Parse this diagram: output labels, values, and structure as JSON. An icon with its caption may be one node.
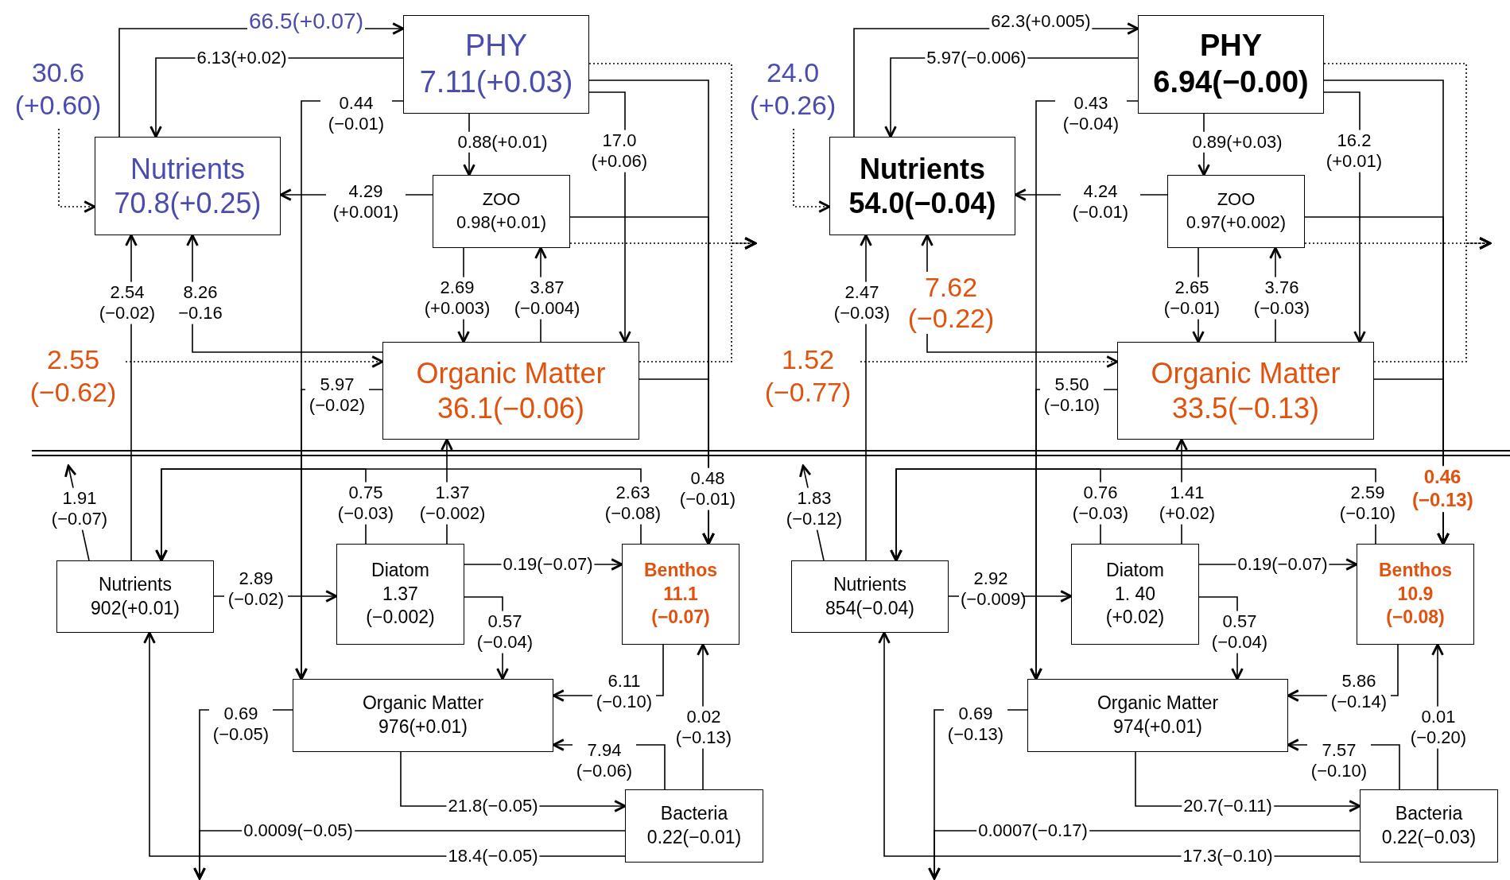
{
  "diagram": {
    "nodes": [
      {
        "text": [
          "30.6 (+0.60)"
        ]
      },
      {
        "text": [
          "PHY",
          "7.11(+0.03)"
        ]
      },
      {
        "text": [
          "Nutrients",
          "70.8(+0.25)"
        ]
      },
      {
        "text": [
          "ZOO",
          "0.98(+0.01)"
        ]
      },
      {
        "text": [
          "2.55 (−0.62)"
        ]
      },
      {
        "text": [
          "Organic Matter",
          "36.1(−0.06)"
        ]
      },
      {
        "text": [
          "Nutrients",
          "902(+0.01)"
        ]
      },
      {
        "text": [
          "Diatom",
          "1.37 (−0.002)"
        ]
      },
      {
        "text": [
          "Benthos",
          "11.1 (−0.07)"
        ]
      },
      {
        "text": [
          "Organic Matter",
          "976(+0.01)"
        ]
      },
      {
        "text": [
          "Bacteria",
          "0.22(−0.01)"
        ]
      },
      {
        "text": [
          "24.0 (+0.26)"
        ]
      },
      {
        "text": [
          "PHY",
          "6.94(−0.00)"
        ]
      },
      {
        "text": [
          "Nutrients",
          "54.0(−0.04)"
        ]
      },
      {
        "text": [
          "ZOO",
          "0.97(+0.002)"
        ]
      },
      {
        "text": [
          "1.52 (−0.77)"
        ]
      },
      {
        "text": [
          "Organic Matter",
          "33.5(−0.13)"
        ]
      },
      {
        "text": [
          "Nutrients",
          "854(−0.04)"
        ]
      },
      {
        "text": [
          "Diatom",
          "1. 40 (+0.02)"
        ]
      },
      {
        "text": [
          "Benthos",
          "10.9 (−0.08)"
        ]
      },
      {
        "text": [
          "Organic Matter",
          "974(+0.01)"
        ]
      },
      {
        "text": [
          "Bacteria",
          "0.22(−0.03)"
        ]
      }
    ],
    "edges": [
      {
        "from": 2,
        "to": 1,
        "arrow": "to",
        "label": "66.5(+0.07)"
      },
      {
        "from": 1,
        "to": 2,
        "arrow": "to",
        "label": "6.13(+0.02)"
      },
      {
        "from": 0,
        "to": 2,
        "arrow": "to",
        "style": "dashed"
      },
      {
        "from": 1,
        "to": 3,
        "arrow": "to",
        "label": "0.88(+0.01)"
      },
      {
        "from": 3,
        "to": 2,
        "arrow": "to",
        "label": "4.29 (+0.001)"
      },
      {
        "from": 1,
        "to": 5,
        "arrow": "to",
        "label": "17.0 (+0.06)"
      },
      {
        "from": 3,
        "to": 5,
        "arrow": "to",
        "label": "2.69 (+0.003)"
      },
      {
        "from": 5,
        "to": 3,
        "arrow": "to",
        "label": "3.87 (−0.004)"
      },
      {
        "from": 5,
        "to": 2,
        "arrow": "to",
        "label": "8.26 −0.16"
      },
      {
        "from": 6,
        "to": 2,
        "arrow": "to",
        "label": "2.54 (−0.02)"
      },
      {
        "from": 4,
        "to": 5,
        "arrow": "to",
        "style": "dashed"
      },
      {
        "from": 1,
        "to": 9,
        "arrow": "to",
        "label": "0.44 (−0.01)"
      },
      {
        "from": 5,
        "to": 9,
        "arrow": "to",
        "label": "5.97 (−0.02)"
      },
      {
        "from": 1,
        "to": 8,
        "arrow": "to",
        "label": "0.48 (−0.01)"
      },
      {
        "from": 3,
        "to": 8,
        "arrow": "to"
      },
      {
        "from": 5,
        "to": 8,
        "arrow": "to"
      },
      {
        "from": 1,
        "to": null,
        "arrow": "to",
        "style": "dashed"
      },
      {
        "from": 3,
        "to": null,
        "arrow": "to",
        "style": "dashed"
      },
      {
        "from": 5,
        "to": null,
        "arrow": "to",
        "style": "dashed"
      },
      {
        "from": 7,
        "to": 6,
        "arrow": "to",
        "label": "0.75 (−0.03)"
      },
      {
        "from": 8,
        "to": 6,
        "arrow": "to",
        "label": "2.63 (−0.08)"
      },
      {
        "from": 7,
        "to": 5,
        "arrow": "to",
        "label": "1.37 (−0.002)"
      },
      {
        "from": 6,
        "to": null,
        "arrow": "to",
        "label": "1.91 (−0.07)"
      },
      {
        "from": 6,
        "to": 7,
        "arrow": "to",
        "label": "2.89 (−0.02)"
      },
      {
        "from": 7,
        "to": 8,
        "arrow": "to",
        "label": "0.19(−0.07)"
      },
      {
        "from": 7,
        "to": 9,
        "arrow": "to",
        "label": "0.57 (−0.04)"
      },
      {
        "from": 8,
        "to": 9,
        "arrow": "to",
        "label": "6.11 (−0.10)"
      },
      {
        "from": 10,
        "to": 9,
        "arrow": "to",
        "label": "7.94 (−0.06)"
      },
      {
        "from": 10,
        "to": 8,
        "arrow": "to",
        "label": "0.02 (−0.13)"
      },
      {
        "from": 9,
        "to": 10,
        "arrow": "to",
        "label": "21.8(−0.05)"
      },
      {
        "from": 10,
        "to": 6,
        "arrow": "to",
        "label": "18.4(−0.05)"
      },
      {
        "from": 9,
        "to": null,
        "arrow": "to",
        "label": "0.69 (−0.05)"
      },
      {
        "from": 10,
        "to": null,
        "arrow": "to",
        "label": "0.0009(−0.05)"
      },
      {
        "from": 13,
        "to": 12,
        "arrow": "to",
        "label": "62.3(+0.005)"
      },
      {
        "from": 12,
        "to": 13,
        "arrow": "to",
        "label": "5.97(−0.006)"
      },
      {
        "from": 11,
        "to": 13,
        "arrow": "to",
        "style": "dashed"
      },
      {
        "from": 12,
        "to": 14,
        "arrow": "to",
        "label": "0.89(+0.03)"
      },
      {
        "from": 14,
        "to": 13,
        "arrow": "to",
        "label": "4.24 (−0.01)"
      },
      {
        "from": 12,
        "to": 16,
        "arrow": "to",
        "label": "16.2 (+0.01)"
      },
      {
        "from": 14,
        "to": 16,
        "arrow": "to",
        "label": "2.65 (−0.01)"
      },
      {
        "from": 16,
        "to": 14,
        "arrow": "to",
        "label": "3.76 (−0.03)"
      },
      {
        "from": 16,
        "to": 13,
        "arrow": "to",
        "label": "7.62 (−0.22)"
      },
      {
        "from": 17,
        "to": 13,
        "arrow": "to",
        "label": "2.47 (−0.03)"
      },
      {
        "from": 15,
        "to": 16,
        "arrow": "to",
        "style": "dashed"
      },
      {
        "from": 12,
        "to": 20,
        "arrow": "to",
        "label": "0.43 (−0.04)"
      },
      {
        "from": 16,
        "to": 20,
        "arrow": "to",
        "label": "5.50 (−0.10)"
      },
      {
        "from": 12,
        "to": 19,
        "arrow": "to",
        "label": "0.46 (−0.13)"
      },
      {
        "from": 14,
        "to": 19,
        "arrow": "to"
      },
      {
        "from": 16,
        "to": 19,
        "arrow": "to"
      },
      {
        "from": 12,
        "to": null,
        "arrow": "to",
        "style": "dashed"
      },
      {
        "from": 14,
        "to": null,
        "arrow": "to",
        "style": "dashed"
      },
      {
        "from": 16,
        "to": null,
        "arrow": "to",
        "style": "dashed"
      },
      {
        "from": 18,
        "to": 17,
        "arrow": "to",
        "label": "0.76 (−0.03)"
      },
      {
        "from": 19,
        "to": 17,
        "arrow": "to",
        "label": "2.59 (−0.10)"
      },
      {
        "from": 18,
        "to": 16,
        "arrow": "to",
        "label": "1.41 (+0.02)"
      },
      {
        "from": 17,
        "to": null,
        "arrow": "to",
        "label": "1.83 (−0.12)"
      },
      {
        "from": 17,
        "to": 18,
        "arrow": "to",
        "label": "2.92 (−0.009)"
      },
      {
        "from": 18,
        "to": 19,
        "arrow": "to",
        "label": "0.19(−0.07)"
      },
      {
        "from": 18,
        "to": 20,
        "arrow": "to",
        "label": "0.57 (−0.04)"
      },
      {
        "from": 19,
        "to": 20,
        "arrow": "to",
        "label": "5.86 (−0.14)"
      },
      {
        "from": 21,
        "to": 20,
        "arrow": "to",
        "label": "7.57 (−0.10)"
      },
      {
        "from": 21,
        "to": 19,
        "arrow": "to",
        "label": "0.01 (−0.20)"
      },
      {
        "from": 20,
        "to": 21,
        "arrow": "to",
        "label": "20.7(−0.11)"
      },
      {
        "from": 21,
        "to": 17,
        "arrow": "to",
        "label": "17.3(−0.10)"
      },
      {
        "from": 20,
        "to": null,
        "arrow": "to",
        "label": "0.69 (−0.13)"
      },
      {
        "from": 21,
        "to": null,
        "arrow": "to",
        "label": "0.0007(−0.17)"
      }
    ]
  }
}
